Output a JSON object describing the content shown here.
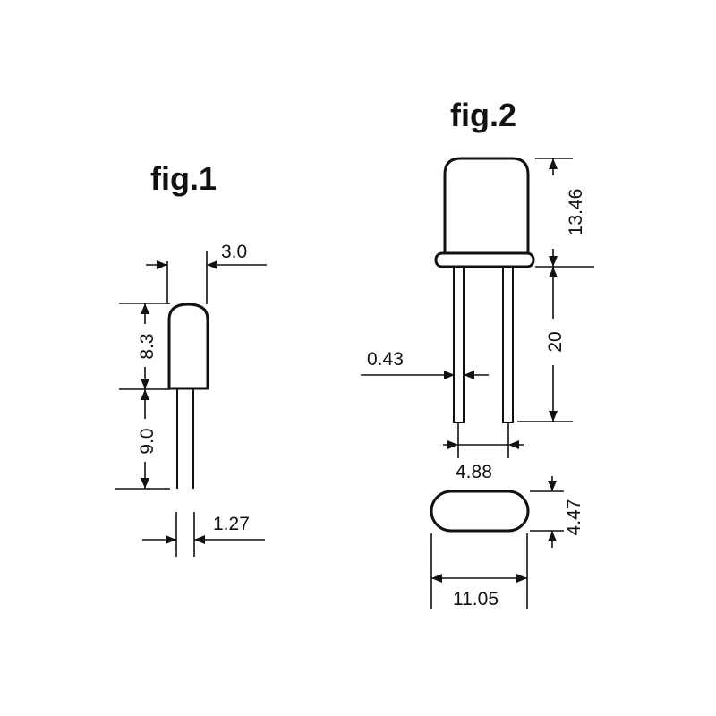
{
  "fig1": {
    "title": "fig.1",
    "dim_width": "3.0",
    "dim_body_height": "8.3",
    "dim_lead_length": "9.0",
    "dim_lead_pitch": "1.27"
  },
  "fig2": {
    "title": "fig.2",
    "dim_can_height": "13.46",
    "dim_lead_length": "20",
    "dim_lead_diameter": "0.43",
    "dim_lead_spacing": "4.88",
    "dim_base_height": "4.47",
    "dim_base_width": "11.05"
  }
}
